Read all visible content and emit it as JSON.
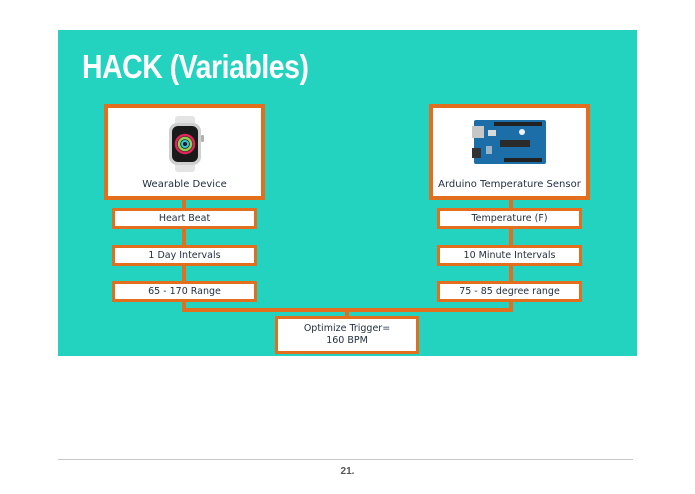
{
  "slide": {
    "title": "HACK (Variables)",
    "colors": {
      "background": "#23d3bf",
      "accent": "#e36f1e",
      "text": "#1f2d3d"
    }
  },
  "left_column": {
    "device_label": "Wearable Device",
    "device_icon": "smartwatch-icon",
    "boxes": [
      "Heart Beat",
      "1 Day Intervals",
      "65 - 170 Range"
    ]
  },
  "right_column": {
    "device_label": "Arduino Temperature Sensor",
    "device_icon": "arduino-board-icon",
    "boxes": [
      "Temperature (F)",
      "10 Minute Intervals",
      "75 - 85 degree range"
    ]
  },
  "result": {
    "line1": "Optimize Trigger=",
    "line2": "160 BPM"
  },
  "footer": {
    "page_number": "21."
  }
}
